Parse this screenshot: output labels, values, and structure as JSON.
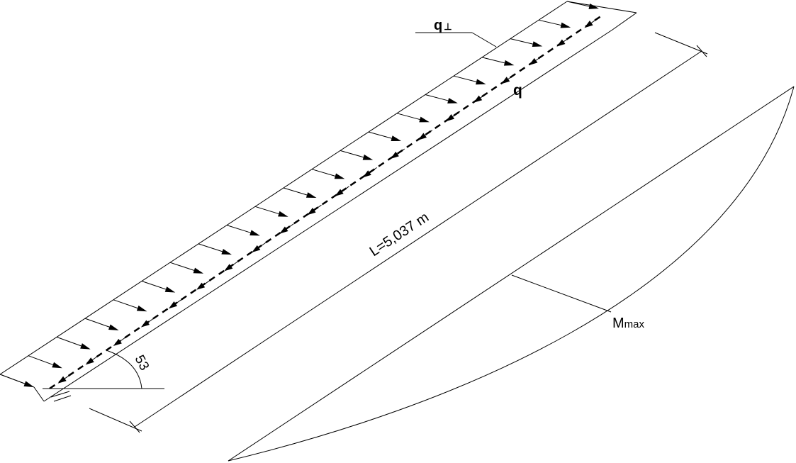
{
  "labels": {
    "q_perp": "q",
    "perp_symbol": "⊥",
    "q": "q",
    "length": "L=5,037 m",
    "angle": "53",
    "m_main": "M",
    "m_sub": "max"
  }
}
